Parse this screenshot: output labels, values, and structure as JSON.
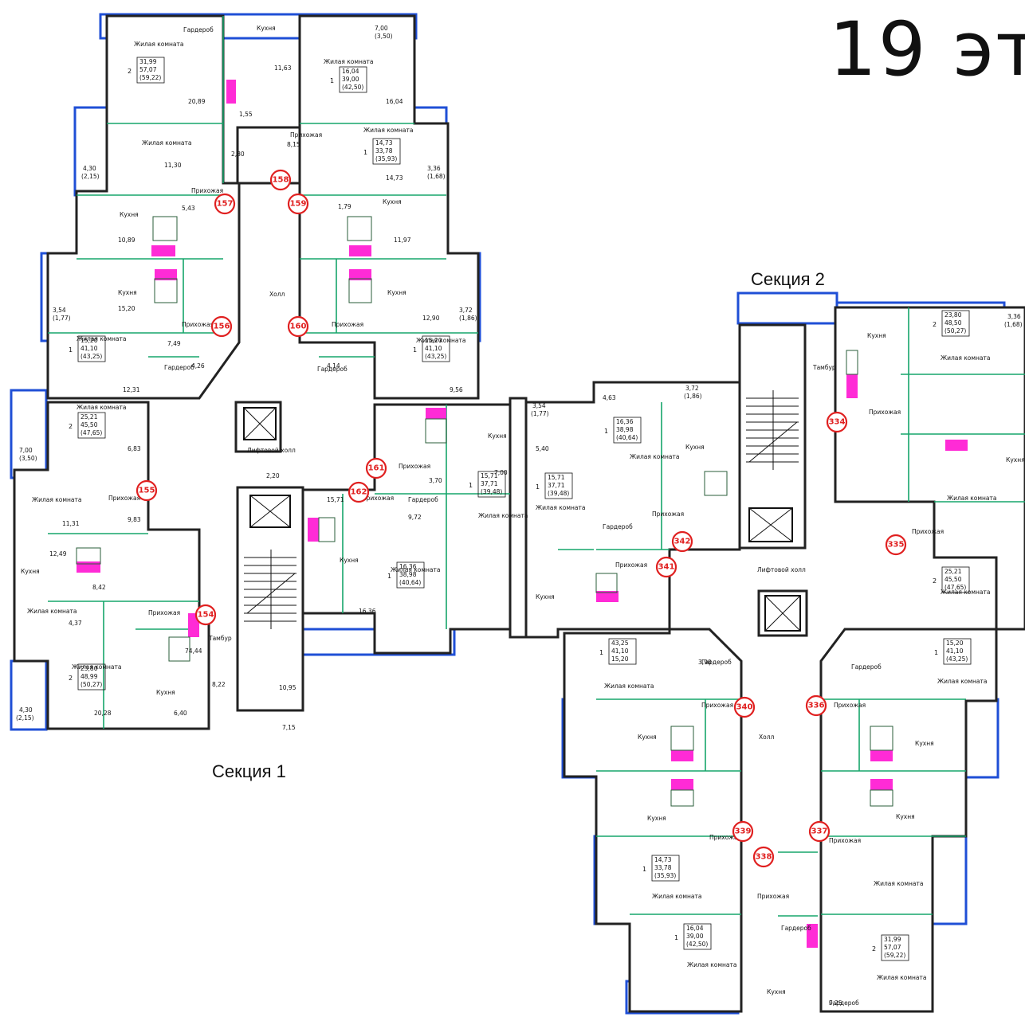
{
  "floor_title": "19 эт",
  "sections": [
    {
      "id": "s1",
      "label": "Секция 1"
    },
    {
      "id": "s2",
      "label": "Секция 2"
    }
  ],
  "badges": [
    "154",
    "155",
    "156",
    "157",
    "158",
    "159",
    "160",
    "161",
    "162",
    "334",
    "335",
    "336",
    "337",
    "338",
    "339",
    "340",
    "341",
    "342"
  ],
  "room_labels": {
    "kitchen": "Кухня",
    "hall": "Холл",
    "living": "Жилая комната",
    "prih": "Прихожая",
    "garderob": "Гардероб",
    "tambur": "Тамбур",
    "lift": "Лифтовой холл"
  },
  "apartments": [
    {
      "rooms": "2",
      "areas": [
        "31,99",
        "57,07",
        "(59,22)"
      ]
    },
    {
      "rooms": "1",
      "areas": [
        "16,04",
        "39,00",
        "(42,50)"
      ]
    },
    {
      "rooms": "1",
      "areas": [
        "14,73",
        "33,78",
        "(35,93)"
      ]
    },
    {
      "rooms": "1",
      "areas": [
        "15,20",
        "41,10",
        "(43,25)"
      ]
    },
    {
      "rooms": "1",
      "areas": [
        "15,20",
        "41,10",
        "(43,25)"
      ]
    },
    {
      "rooms": "2",
      "areas": [
        "25,21",
        "45,50",
        "(47,65)"
      ]
    },
    {
      "rooms": "2",
      "areas": [
        "23,80",
        "48,99",
        "(50,27)"
      ]
    },
    {
      "rooms": "1",
      "areas": [
        "15,71",
        "37,71",
        "(39,48)"
      ]
    },
    {
      "rooms": "1",
      "areas": [
        "16,36",
        "38,98",
        "(40,64)"
      ]
    },
    {
      "rooms": "1",
      "areas": [
        "15,71",
        "37,71",
        "(39,48)"
      ]
    },
    {
      "rooms": "1",
      "areas": [
        "16,36",
        "38,98",
        "(40,64)"
      ]
    },
    {
      "rooms": "2",
      "areas": [
        "23,80",
        "48,50",
        "(50,27)"
      ]
    },
    {
      "rooms": "2",
      "areas": [
        "25,21",
        "45,50",
        "(47,65)"
      ]
    },
    {
      "rooms": "1",
      "areas": [
        "15,20",
        "41,10",
        "(43,25)"
      ]
    },
    {
      "rooms": "1",
      "areas": [
        "43,25",
        "41,10",
        "15,20"
      ]
    },
    {
      "rooms": "1",
      "areas": [
        "14,73",
        "33,78",
        "(35,93)"
      ]
    },
    {
      "rooms": "1",
      "areas": [
        "16,04",
        "39,00",
        "(42,50)"
      ]
    },
    {
      "rooms": "2",
      "areas": [
        "31,99",
        "57,07",
        "(59,22)"
      ]
    }
  ],
  "balcony_labels": [
    "7,00",
    "(3,50)",
    "4,30",
    "(2,15)",
    "3,36",
    "(1,68)",
    "3,54",
    "(1,77)",
    "3,72",
    "(1,86)"
  ],
  "dims": [
    "20,89",
    "11,63",
    "16,04",
    "11,30",
    "14,73",
    "10,89",
    "11,97",
    "15,20",
    "12,90",
    "12,31",
    "9,56",
    "6,83",
    "11,31",
    "12,49",
    "9,83",
    "4,37",
    "20,28",
    "6,40",
    "8,22",
    "10,95",
    "7,15",
    "2,20",
    "7,00",
    "3,70",
    "9,72",
    "15,71",
    "16,36",
    "5,40",
    "4,63",
    "3,90",
    "7,49",
    "4,26",
    "4,14",
    "5,43",
    "1,79",
    "2,80",
    "8,15",
    "1,55",
    "9,25",
    "74,44",
    "8,42"
  ]
}
